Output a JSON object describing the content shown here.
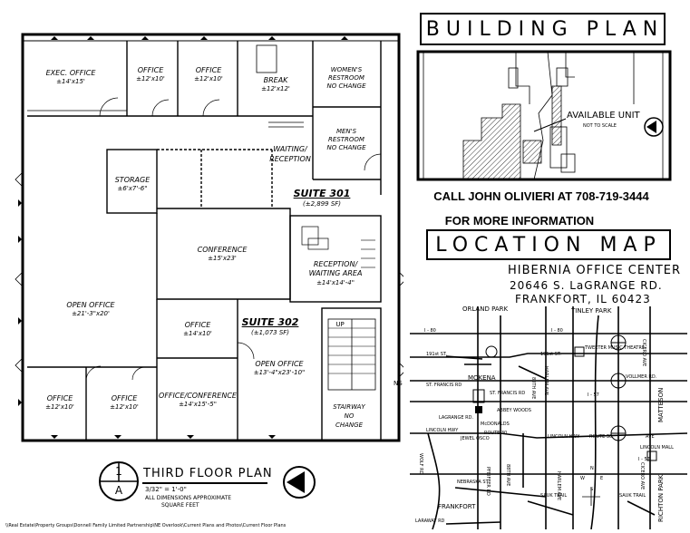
{
  "header": {
    "building_plan_title": "BUILDING PLAN",
    "location_map_title": "LOCATION MAP"
  },
  "plan": {
    "floor_title": "THIRD FLOOR PLAN",
    "scale": "3/32\" = 1'-0\"",
    "note_line1": "ALL DIMENSIONS APPROXIMATE",
    "note_line2": "SQUARE FEET",
    "sheet_letter": "A",
    "sheet_number": "1",
    "file_path": "\\\\Real Estate\\Property Groups\\Donnell Family Limited Partnership\\NE Overlook\\Current Plans and Photos\\Current Floor Plans",
    "rooms": {
      "exec_office": {
        "name": "EXEC. OFFICE",
        "dim": "±14'x15'"
      },
      "office_a": {
        "name": "OFFICE",
        "dim": "±12'x10'"
      },
      "office_b": {
        "name": "OFFICE",
        "dim": "±12'x10'"
      },
      "break": {
        "name": "BREAK",
        "dim": "±12'x12'"
      },
      "womens_line1": "WOMEN'S",
      "womens_line2": "RESTROOM",
      "womens_line3": "NO CHANGE",
      "mens_line1": "MEN'S",
      "mens_line2": "RESTROOM",
      "mens_line3": "NO CHANGE",
      "waiting_line1": "WAITING/",
      "waiting_line2": "RECEPTION",
      "storage": {
        "name": "STORAGE",
        "dim": "±6'x7'-6\""
      },
      "suite_301": {
        "name": "SUITE 301",
        "dim": "(±2,899 SF)"
      },
      "conference": {
        "name": "CONFERENCE",
        "dim": "±15'x23'"
      },
      "reception_line1": "RECEPTION/",
      "reception_line2": "WAITING AREA",
      "reception_dim": "±14'x14'-4\"",
      "open_office_left": {
        "name": "OPEN OFFICE",
        "dim": "±21'-3\"x20'"
      },
      "office_mid": {
        "name": "OFFICE",
        "dim": "±14'x10'"
      },
      "suite_302": {
        "name": "SUITE 302",
        "dim": "(±1,073 SF)"
      },
      "open_office_right": {
        "name": "OPEN OFFICE",
        "dim": "±13'-4\"x23'-10\""
      },
      "office_bl1": {
        "name": "OFFICE",
        "dim": "±12'x10'"
      },
      "office_bl2": {
        "name": "OFFICE",
        "dim": "±12'x10'"
      },
      "office_conf": {
        "name": "OFFICE/CONFERENCE",
        "dim": "±14'x15'-5\""
      },
      "stair_up": "UP",
      "stair_line1": "STAIRWAY",
      "stair_line2": "NO",
      "stair_line3": "CHANGE",
      "ns": "NS"
    }
  },
  "building": {
    "available_unit": "AVAILABLE UNIT",
    "not_to_scale": "NOT TO SCALE"
  },
  "contact": {
    "line1": "CALL JOHN OLIVIERI AT 708-719-3444",
    "line2": "FOR MORE INFORMATION"
  },
  "address": {
    "line1": "HIBERNIA OFFICE CENTER",
    "line2": "20646 S. LaGRANGE RD.",
    "line3": "FRANKFORT, IL 60423"
  },
  "map": {
    "towns": [
      "ORLAND PARK",
      "TINLEY PARK",
      "MOKENA",
      "FRANKFORT",
      "MATTESON",
      "RICHTON PARK"
    ],
    "roads": [
      "I - 80",
      "I - 80",
      "191st ST.",
      "191st ST.",
      "TWEETER MUSIC THEATRE",
      "VOLLMER RD.",
      "ST. FRANCIS RD",
      "ST. FRANCIS RD",
      "ABBEY WOODS",
      "LAGRANGE RD.",
      "LINCOLN HWY",
      "ROUTE 30",
      "LINCOLN HWY",
      "ROUTE 30",
      "I - 57",
      "I - 57",
      "LINCOLN MALL",
      "NEBRASKA ST",
      "SAUK TRAIL",
      "SAUK TRAIL",
      "LARAWAY RD",
      "HARLEM AVE",
      "HARLEM AVE",
      "CICERO AVE",
      "CICERO AVE",
      "80TH AVE",
      "88TH AVE",
      "WOLF RD",
      "PFEIFFER RD",
      "JEWEL OSCO",
      "McDONALDS",
      "AVE"
    ],
    "compass": {
      "n": "N",
      "s": "S",
      "e": "E",
      "w": "W"
    }
  }
}
